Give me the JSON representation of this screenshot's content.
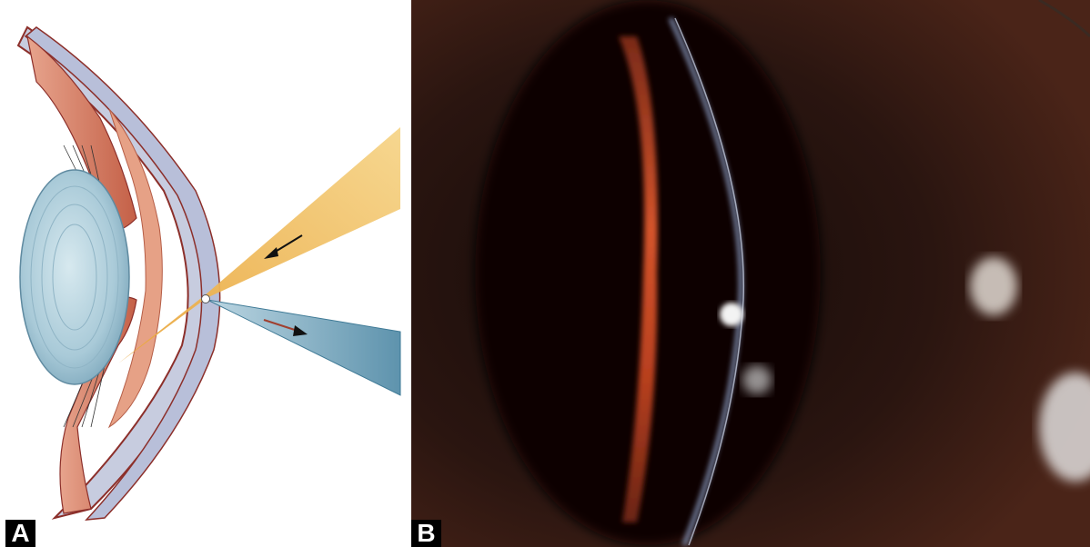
{
  "panels": [
    {
      "label": "A",
      "kind": "illustration",
      "subject": "eye-cross-section-slit-lamp-beam"
    },
    {
      "label": "B",
      "kind": "photograph",
      "subject": "slit-lamp-photo-of-cornea"
    }
  ],
  "colors": {
    "sclera": "#b8bfd9",
    "lens": "#a9cad8",
    "iris": "#d9826a",
    "incident_beam": "#f3c260",
    "reflected_beam": "#8fb6c9",
    "photo_background": "#0b0504",
    "photo_iris_edge": "#c4381a"
  }
}
